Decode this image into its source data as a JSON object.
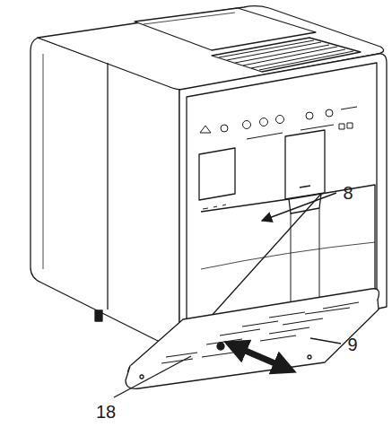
{
  "diagram": {
    "labels": [
      "8",
      "9",
      "18"
    ]
  }
}
